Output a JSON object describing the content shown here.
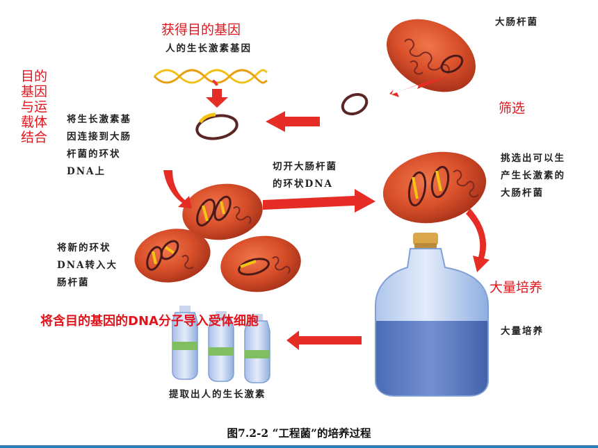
{
  "diagram": {
    "caption": "图7.2-2 “工程菌”的培养过程",
    "labels": {
      "human_gene": "人的生长激素基因",
      "ecoli": "大肠杆菌",
      "connect_gene": "将生长激素基\n因连接到大肠\n杆菌的环状\nDNA上",
      "cut_dna": "切开大肠杆菌\n的环状DNA",
      "select_bacteria": "挑选出可以生\n产生长激素的\n大肠杆菌",
      "transfer_dna": "将新的环状\nDNA转入大\n肠杆菌",
      "mass_culture": "大量培养",
      "extract": "提取出人的生长激素"
    },
    "annotations": {
      "get_gene": "获得目的基因",
      "combine": "目的\n基因\n与运\n载体\n结合",
      "screen": "筛选",
      "culture": "大量培养",
      "introduce": "将含目的基因的DNA分子导入受体细胞"
    }
  }
}
